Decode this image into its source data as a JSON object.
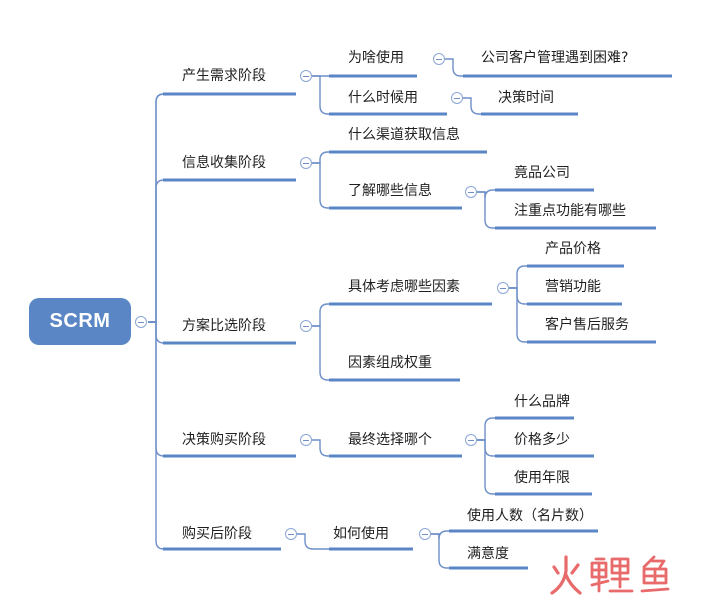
{
  "root": {
    "label": "SCRM"
  },
  "stages": [
    {
      "label": "产生需求阶段",
      "children": [
        {
          "label": "为啥使用",
          "children": [
            {
              "label": "公司客户管理遇到困难?"
            }
          ]
        },
        {
          "label": "什么时候用",
          "children": [
            {
              "label": "决策时间"
            }
          ]
        }
      ]
    },
    {
      "label": "信息收集阶段",
      "children": [
        {
          "label": "什么渠道获取信息",
          "children": []
        },
        {
          "label": "了解哪些信息",
          "children": [
            {
              "label": "竟品公司"
            },
            {
              "label": "注重点功能有哪些"
            }
          ]
        }
      ]
    },
    {
      "label": "方案比选阶段",
      "children": [
        {
          "label": "具体考虑哪些因素",
          "children": [
            {
              "label": "产品价格"
            },
            {
              "label": "营销功能"
            },
            {
              "label": "客户售后服务"
            }
          ]
        },
        {
          "label": "因素组成权重",
          "children": []
        }
      ]
    },
    {
      "label": "决策购买阶段",
      "children": [
        {
          "label": "最终选择哪个",
          "children": [
            {
              "label": "什么品牌"
            },
            {
              "label": "价格多少"
            },
            {
              "label": "使用年限"
            }
          ]
        }
      ]
    },
    {
      "label": "购买后阶段",
      "children": [
        {
          "label": "如何使用",
          "children": [
            {
              "label": "使用人数（名片数）"
            },
            {
              "label": "满意度"
            }
          ]
        }
      ]
    }
  ],
  "colors": {
    "line": "#6f8fc8",
    "underline": "#5b86c6",
    "root_fill": "#5b86c6",
    "watermark": "#e96a6a"
  },
  "icons": {
    "collapse": "minus-circle-icon"
  },
  "watermark": {
    "text": "火鲤鱼",
    "kind": "logo"
  }
}
